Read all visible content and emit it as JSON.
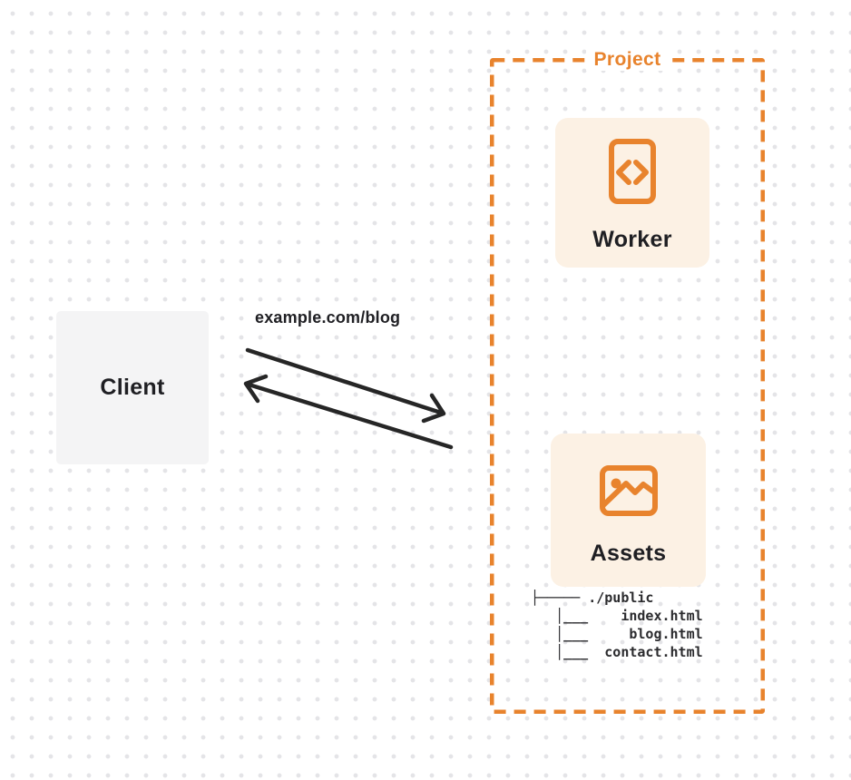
{
  "colors": {
    "orange": "#E8832D",
    "card_bg": "#FCF1E4",
    "client_bg": "#F4F4F5",
    "text_dark": "#1F1F23",
    "arrow": "#262626",
    "dot_grid": "#E4E4E7",
    "page_bg": "#FFFFFF",
    "tree_text": "#2B2B2E"
  },
  "client": {
    "label": "Client"
  },
  "request": {
    "label": "example.com/blog"
  },
  "project": {
    "label": "Project",
    "worker": {
      "label": "Worker",
      "icon": "code-file-icon"
    },
    "assets": {
      "label": "Assets",
      "icon": "image-icon",
      "tree": [
        "├───── ./public",
        "   │___    index.html",
        "   │___     blog.html",
        "   │___  contact.html"
      ]
    }
  }
}
